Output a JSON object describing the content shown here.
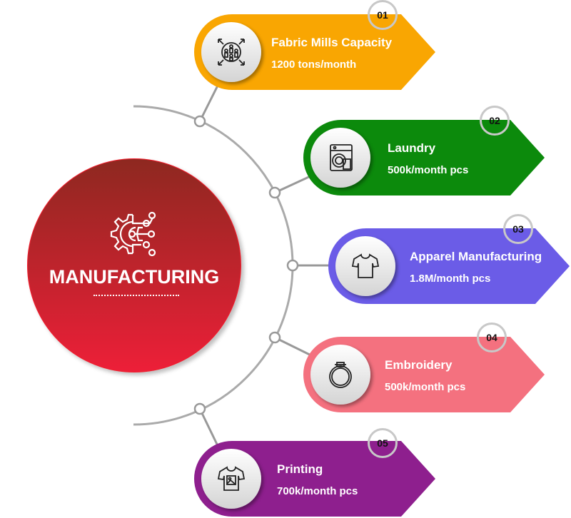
{
  "hub": {
    "title": "MANUFACTURING"
  },
  "cards": [
    {
      "number": "01",
      "title": "Fabric Mills Capacity",
      "value": "1200 tons/month",
      "color": "#f9a602",
      "icon": "people-expand-icon"
    },
    {
      "number": "02",
      "title": "Laundry",
      "value": "500k/month pcs",
      "color": "#0c8a0c",
      "icon": "washing-machine-icon"
    },
    {
      "number": "03",
      "title": "Apparel Manufacturing",
      "value": "1.8M/month pcs",
      "color": "#6b5ce7",
      "icon": "tshirt-icon"
    },
    {
      "number": "04",
      "title": "Embroidery",
      "value": "500k/month pcs",
      "color": "#f4717f",
      "icon": "embroidery-hoop-icon"
    },
    {
      "number": "05",
      "title": "Printing",
      "value": "700k/month pcs",
      "color": "#8e1f8e",
      "icon": "printed-tshirt-icon"
    }
  ]
}
